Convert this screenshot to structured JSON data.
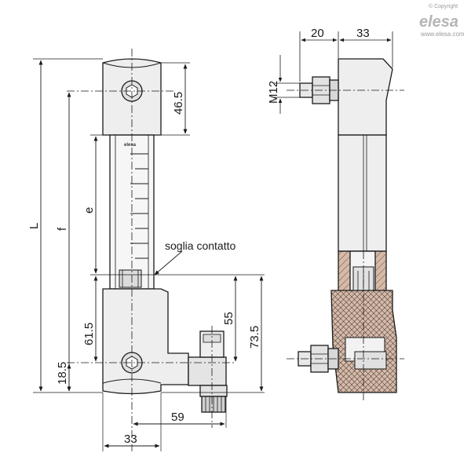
{
  "brand": {
    "copyright": "© Copyright",
    "logo": "elesa",
    "website": "www.elesa.com",
    "stamp": "elesa"
  },
  "dimensions": {
    "L": "L",
    "f": "f",
    "e": "e",
    "d_18_5": "18.5",
    "d_61_5": "61.5",
    "d_46_5": "46.5",
    "d_55": "55",
    "d_73_5": "73.5",
    "d_59": "59",
    "d_33_bottom": "33",
    "d_20": "20",
    "d_33_top": "33",
    "thread": "M12"
  },
  "annotations": {
    "threshold": "soglia contatto"
  },
  "colors": {
    "body_fill": "#eeeeee",
    "body_dark": "#d6d6d6",
    "section_fill": "#d8b9a6",
    "outline": "#1a1a1a",
    "glass": "#f4f4f4",
    "hatch": "#555555"
  }
}
